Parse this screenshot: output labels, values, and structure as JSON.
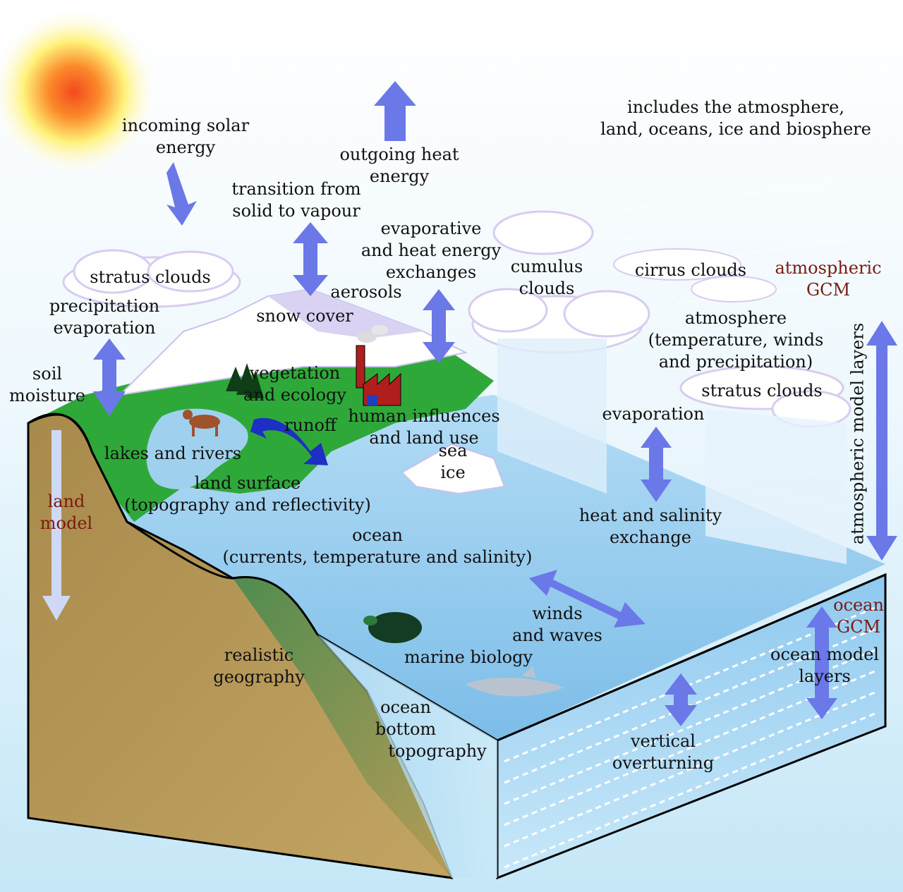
{
  "labels": {
    "incoming_solar": [
      "incoming solar",
      "energy"
    ],
    "outgoing_heat": [
      "outgoing heat",
      "energy"
    ],
    "includes": [
      "includes the atmosphere,",
      "land, oceans, ice and biosphere"
    ],
    "transition": [
      "transition from",
      "solid to vapour"
    ],
    "evaporative": [
      "evaporative",
      "and heat energy",
      "exchanges"
    ],
    "stratus_clouds_left": [
      "stratus clouds"
    ],
    "cumulus_clouds": [
      "cumulus",
      "clouds"
    ],
    "cirrus_clouds": [
      "cirrus clouds"
    ],
    "atmospheric_gcm": [
      "atmospheric",
      "GCM"
    ],
    "aerosols": [
      "aerosols"
    ],
    "precipitation": [
      "precipitation",
      "evaporation"
    ],
    "snow_cover": [
      "snow cover"
    ],
    "atmosphere": [
      "atmosphere",
      "(temperature, winds",
      "and precipitation)"
    ],
    "soil_moisture": [
      "soil",
      "moisture"
    ],
    "vegetation": [
      "vegetation",
      "and ecology"
    ],
    "stratus_clouds_right": [
      "stratus clouds"
    ],
    "human_influences": [
      "human influences",
      "and land use"
    ],
    "runoff": [
      "runoff"
    ],
    "evaporation": [
      "evaporation"
    ],
    "sea_ice": [
      "sea",
      "ice"
    ],
    "lakes_rivers": [
      "lakes and rivers"
    ],
    "land_surface": [
      "land surface",
      "(topography and reflectivity)"
    ],
    "land_model": [
      "land",
      "model"
    ],
    "heat_salinity": [
      "heat and salinity",
      "exchange"
    ],
    "ocean": [
      "ocean",
      "(currents, temperature and salinity)"
    ],
    "atmospheric_model_layers": [
      "atmospheric model layers"
    ],
    "ocean_gcm": [
      "ocean",
      "GCM"
    ],
    "winds_waves": [
      "winds",
      "and waves"
    ],
    "marine_biology": [
      "marine biology"
    ],
    "realistic_geography": [
      "realistic",
      "geography"
    ],
    "ocean_model_layers": [
      "ocean model",
      "layers"
    ],
    "ocean_bottom": [
      "ocean",
      "bottom",
      "topography"
    ],
    "vertical_overturning": [
      "vertical",
      "overturning"
    ]
  },
  "colors": {
    "arrow": "#6b78e8",
    "model_label": "#7a1a12",
    "land_green": "#2fa83a",
    "ocean_blue": "#8fc9ef",
    "soil_brown": "#a88b4c",
    "sun_core": "#f24a1e",
    "sun_glow": "#fff27a"
  }
}
